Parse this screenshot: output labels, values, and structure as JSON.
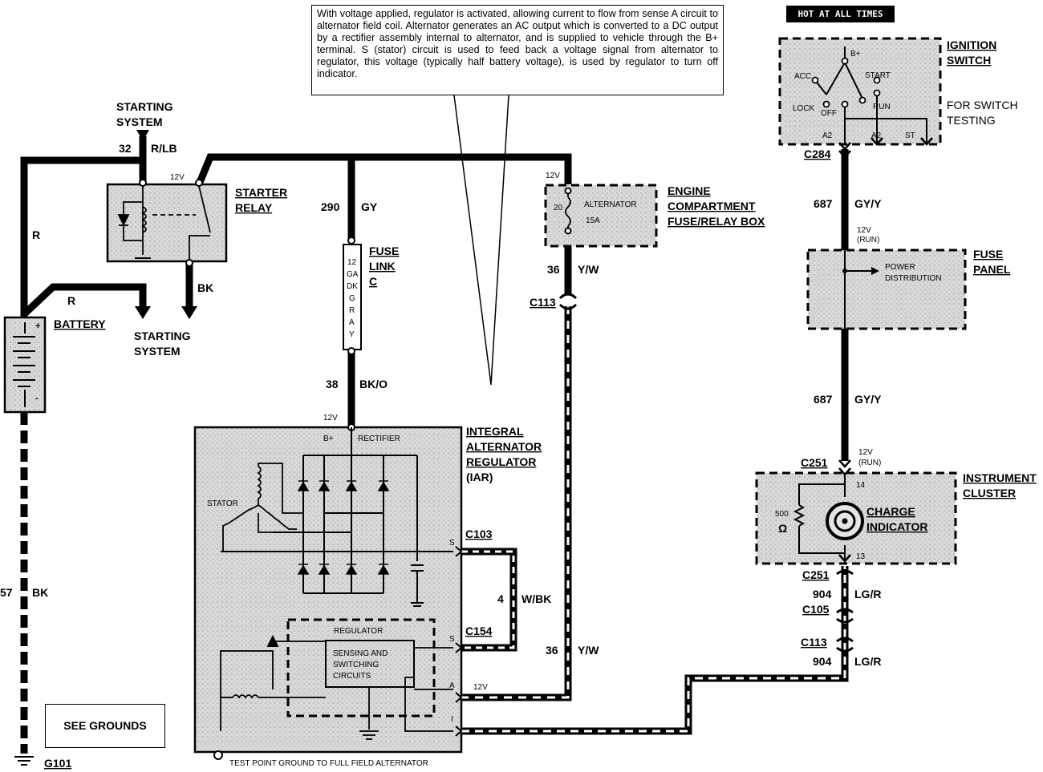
{
  "note": "With voltage applied, regulator is activated, allowing current to flow from sense A circuit to alternator field coil. Alternator generates an AC output which is converted to a DC output by a rectifier assembly internal to alternator, and is supplied to vehicle through the B+ terminal. S (stator) circuit is used to feed back a voltage signal from alternator to regulator, this voltage (typically half battery voltage), is used by regulator to turn off indicator.",
  "hot_label": "HOT AT ALL TIMES",
  "see_grounds": "SEE GROUNDS",
  "labels": {
    "starting_system_top_1": "STARTING",
    "starting_system_top_2": "SYSTEM",
    "w32": "32",
    "r_lb": "R/LB",
    "v12_relay": "12V",
    "starter_relay_1": "STARTER",
    "starter_relay_2": "RELAY",
    "r_left": "R",
    "r_mid": "R",
    "bk_relay": "BK",
    "starting_system_bot_1": "STARTING",
    "starting_system_bot_2": "SYSTEM",
    "battery": "BATTERY",
    "plus": "+",
    "minus": "-",
    "w57": "57",
    "bk_gnd": "BK",
    "g101": "G101",
    "w290": "290",
    "gy": "GY",
    "fuse_link_1": "FUSE",
    "fuse_link_2": "LINK",
    "fuse_link_3": "C",
    "fuse_link_text": [
      "12",
      "GA",
      "DK",
      "G",
      "R",
      "A",
      "Y"
    ],
    "w38": "38",
    "bk_o": "BK/O",
    "v12_alt": "12V",
    "b_plus": "B+",
    "rectifier": "RECTIFIER",
    "stator": "STATOR",
    "regulator": "REGULATOR",
    "sensing_1": "SENSING AND",
    "sensing_2": "SWITCHING",
    "sensing_3": "CIRCUITS",
    "iar_1": "INTEGRAL",
    "iar_2": "ALTERNATOR",
    "iar_3": "REGULATOR",
    "iar_4": "(IAR)",
    "c103": "C103",
    "c154": "C154",
    "pin_s1": "S",
    "pin_s2": "S",
    "pin_a": "A",
    "pin_i": "I",
    "v12_a": "12V",
    "w4": "4",
    "w_bk": "W/BK",
    "test_point": "TEST POINT GROUND TO FULL FIELD ALTERNATOR",
    "v12_fuse": "12V",
    "fuse_num": "20",
    "alternator_fuse": "ALTERNATOR",
    "amp15": "15A",
    "engine_1": "ENGINE",
    "engine_2": "COMPARTMENT",
    "engine_3": "FUSE/RELAY BOX",
    "w36a": "36",
    "y_w_a": "Y/W",
    "c113_left": "C113",
    "w36b": "36",
    "y_w_b": "Y/W",
    "ign_1": "IGNITION",
    "ign_2": "SWITCH",
    "for_switch_1": "FOR SWITCH",
    "for_switch_2": "TESTING",
    "b_plus_ign": "B+",
    "acc": "ACC",
    "start": "START",
    "lock": "LOCK",
    "off": "OFF",
    "run": "RUN",
    "a2_left": "A2",
    "a2_right": "A2",
    "st": "ST",
    "c284": "C284",
    "w687a": "687",
    "gy_y_a": "GY/Y",
    "v12_run_a": "12V",
    "run_a": "(RUN)",
    "fuse_panel_1": "FUSE",
    "fuse_panel_2": "PANEL",
    "power_1": "POWER",
    "power_2": "DISTRIBUTION",
    "w687b": "687",
    "gy_y_b": "GY/Y",
    "c251_top": "C251",
    "v12_run_b": "12V",
    "run_b": "(RUN)",
    "cluster_1": "INSTRUMENT",
    "cluster_2": "CLUSTER",
    "pin14": "14",
    "pin13": "13",
    "ohm_1": "500",
    "ohm_2": "Ω",
    "charge_1": "CHARGE",
    "charge_2": "INDICATOR",
    "c251_bot": "C251",
    "w904a": "904",
    "lg_r_a": "LG/R",
    "c105": "C105",
    "c113_right": "C113",
    "w904b": "904",
    "lg_r_b": "LG/R"
  }
}
